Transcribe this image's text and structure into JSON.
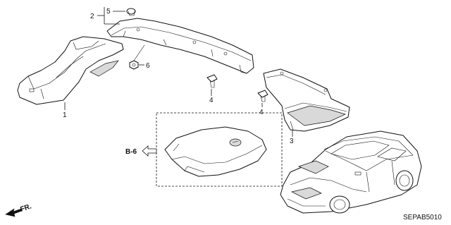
{
  "callouts": {
    "c1": "1",
    "c2": "2",
    "c3": "3",
    "c4a": "4",
    "c4b": "4",
    "c5": "5",
    "c6": "6"
  },
  "reference": {
    "label": "B-6"
  },
  "direction": {
    "label": "FR."
  },
  "diagram_code": "SEPAB5010",
  "colors": {
    "line": "#111111",
    "shade": "#d9d9d9",
    "background": "#ffffff"
  }
}
